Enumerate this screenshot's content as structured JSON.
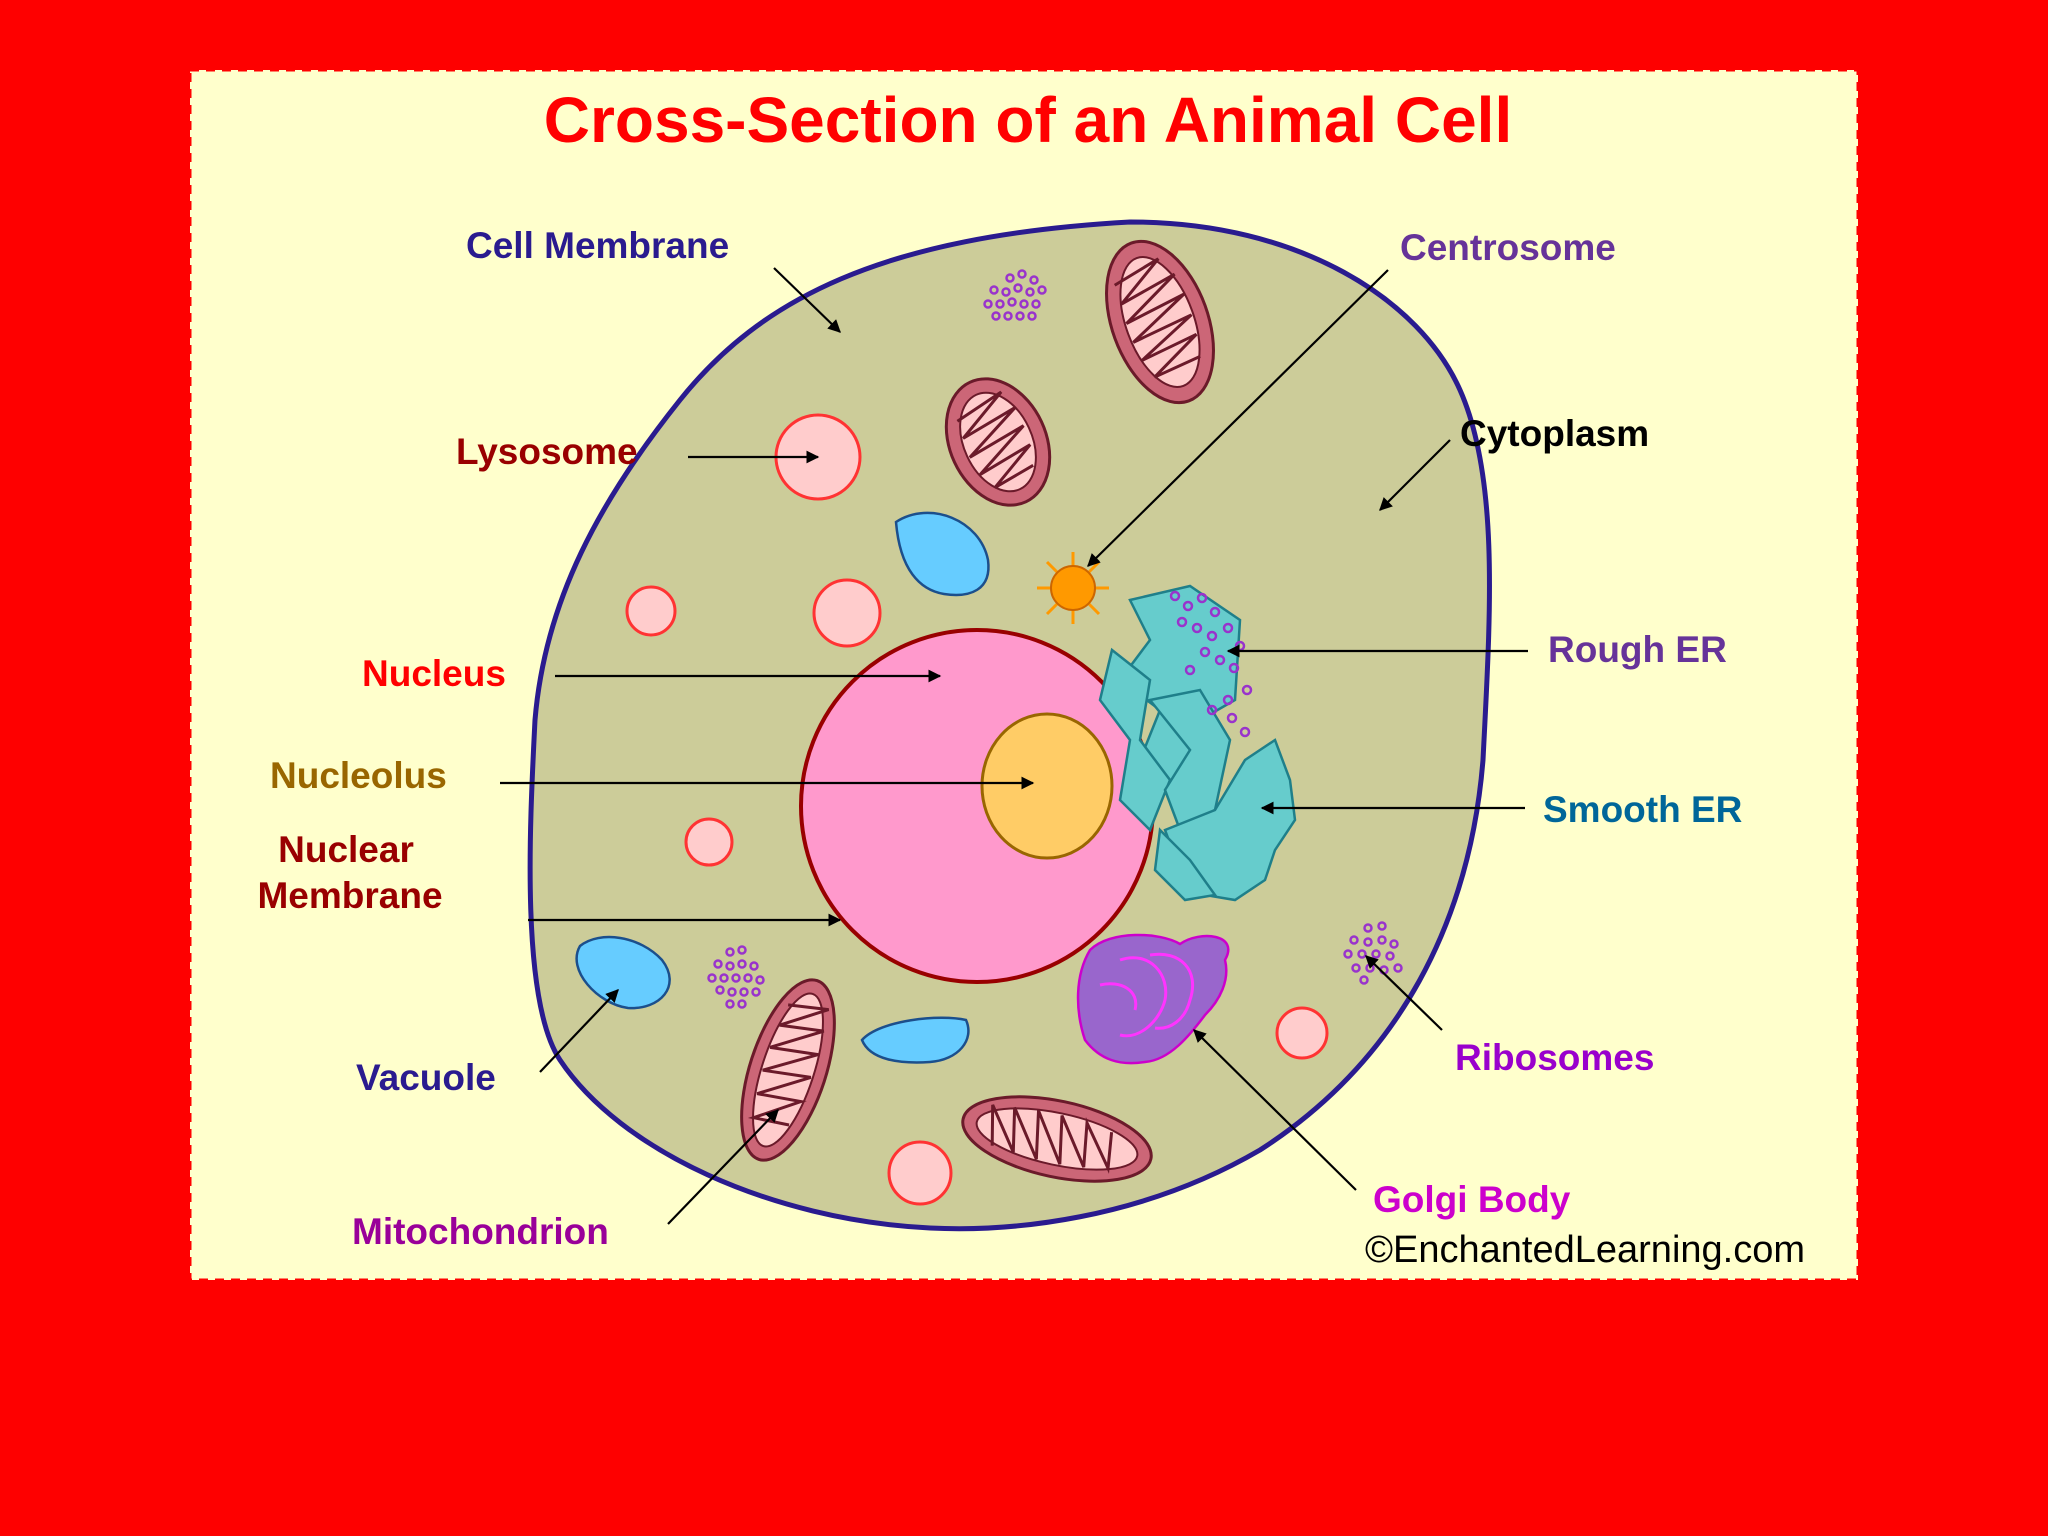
{
  "diagram": {
    "title": "Cross-Section of an Animal Cell",
    "credit": "©EnchantedLearning.com",
    "colors": {
      "background": "#fe0000",
      "panel": "#ffffcc",
      "cytoplasm": "#cccc99",
      "cell_membrane": "#2a1b8f",
      "nucleus": "#ff99cc",
      "nuclear_membrane": "#990000",
      "nucleolus": "#ffcc66",
      "lysosome": "#ffcccc",
      "vacuole": "#66ccff",
      "mitochondrion": "#cc6677",
      "er": "#66cccc",
      "golgi": "#9966cc",
      "centrosome": "#ff9900"
    },
    "labels": {
      "cell_membrane": "Cell Membrane",
      "centrosome": "Centrosome",
      "lysosome": "Lysosome",
      "cytoplasm": "Cytoplasm",
      "nucleus": "Nucleus",
      "rough_er": "Rough ER",
      "nucleolus": "Nucleolus",
      "smooth_er": "Smooth ER",
      "nuclear_membrane_1": "Nuclear",
      "nuclear_membrane_2": "Membrane",
      "vacuole": "Vacuole",
      "ribosomes": "Ribosomes",
      "golgi_body": "Golgi Body",
      "mitochondrion": "Mitochondrion"
    },
    "label_colors": {
      "cell_membrane": "#2a1b8f",
      "centrosome": "#663399",
      "lysosome": "#990000",
      "cytoplasm": "#000000",
      "nucleus": "#ff0000",
      "rough_er": "#663399",
      "nucleolus": "#996600",
      "smooth_er": "#006699",
      "nuclear_membrane": "#990000",
      "vacuole": "#2a1b8f",
      "ribosomes": "#9900cc",
      "golgi_body": "#cc00cc",
      "mitochondrion": "#990099"
    }
  }
}
